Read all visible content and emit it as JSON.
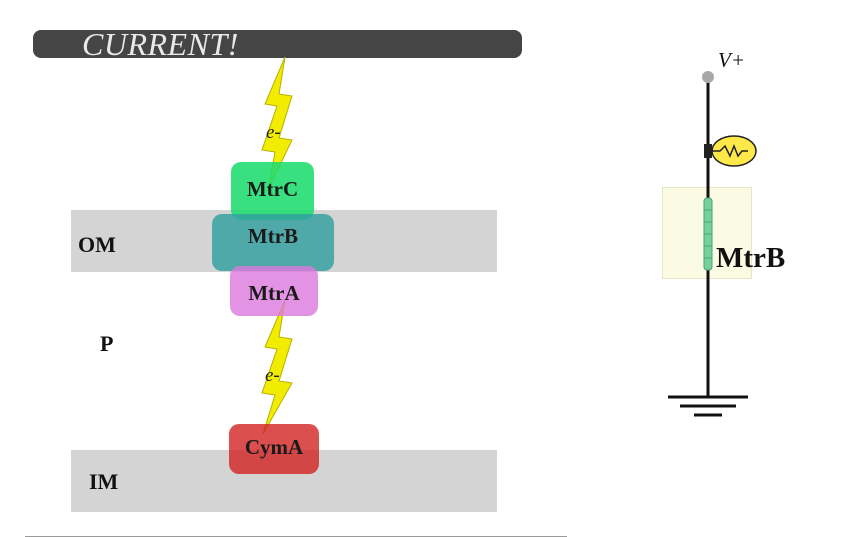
{
  "title": "CURRENT!",
  "membranes": {
    "outer": "OM",
    "periplasm": "P",
    "inner": "IM"
  },
  "proteins": {
    "mtrc": "MtrC",
    "mtrb": "MtrB",
    "mtra": "MtrA",
    "cyma": "CymA"
  },
  "electron_label": "e-",
  "circuit": {
    "voltage_label": "V+",
    "resistor_label": "MtrB"
  },
  "colors": {
    "bolt": "#f2ec00",
    "mtrc": "#1edc6e",
    "mtrb": "#32a0a0",
    "mtra": "#dc78dc",
    "cyma": "#d21e1e",
    "membrane": "#d4d4d4"
  },
  "icons": [
    "lightning-bolt-icon",
    "light-bulb-icon",
    "ground-icon"
  ]
}
